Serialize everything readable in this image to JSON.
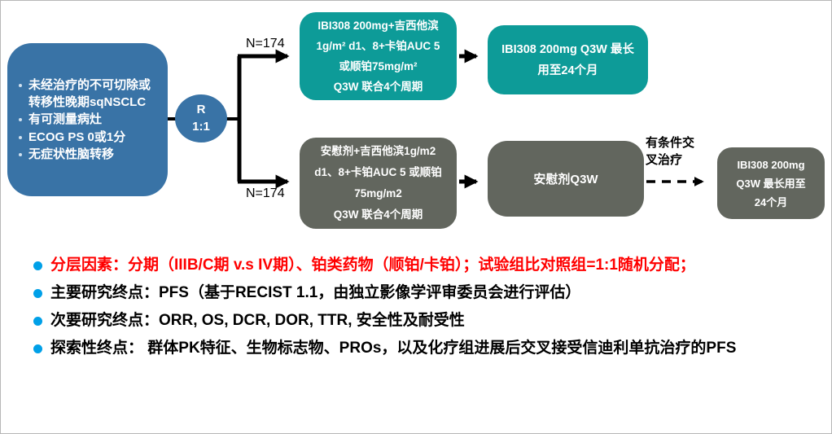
{
  "colors": {
    "eligibility_blue": "#3973A6",
    "teal_arm": "#0D9B98",
    "gray_arm": "#62665E",
    "note_red": "#FF0000",
    "note_bullet_blue": "#00A0E8",
    "arrow_black": "#000000"
  },
  "diagram": {
    "eligibility": {
      "items": [
        "未经治疗的不可切除或转移性晚期sqNSCLC",
        "有可测量病灶",
        "ECOG PS 0或1分",
        "无症状性脑转移"
      ]
    },
    "randomization": {
      "letter": "R",
      "ratio": "1:1"
    },
    "n_top": "N=174",
    "n_bottom": "N=174",
    "arm1_chemo": {
      "lines": [
        "IBI308 200mg+吉西他滨",
        "1g/m² d1、8+卡铂AUC 5",
        "或顺铂75mg/m²",
        "Q3W 联合4个周期"
      ]
    },
    "arm1_maint": {
      "lines": [
        "IBI308 200mg Q3W 最长",
        "用至24个月"
      ]
    },
    "arm2_chemo": {
      "lines": [
        "安慰剂+吉西他滨1g/m2",
        "d1、8+卡铂AUC 5 或顺铂",
        "75mg/m2",
        "Q3W 联合4个周期"
      ]
    },
    "arm2_maint": "安慰剂Q3W",
    "crossover": {
      "label_lines": [
        "有条件交",
        "叉治疗"
      ]
    },
    "crossover_box": {
      "lines": [
        "IBI308 200mg",
        "Q3W 最长用至",
        "24个月"
      ]
    }
  },
  "notes": [
    {
      "text": "分层因素：分期（IIIB/C期 v.s IV期）、铂类药物（顺铂/卡铂）；试验组比对照组=1:1随机分配；",
      "color": "red"
    },
    {
      "text": "主要研究终点：PFS（基于RECIST 1.1，由独立影像学评审委员会进行评估）",
      "color": "black"
    },
    {
      "text": "次要研究终点：ORR, OS, DCR, DOR, TTR, 安全性及耐受性",
      "color": "black"
    },
    {
      "text": "探索性终点： 群体PK特征、生物标志物、PROs，以及化疗组进展后交叉接受信迪利单抗治疗的PFS",
      "color": "black"
    }
  ]
}
